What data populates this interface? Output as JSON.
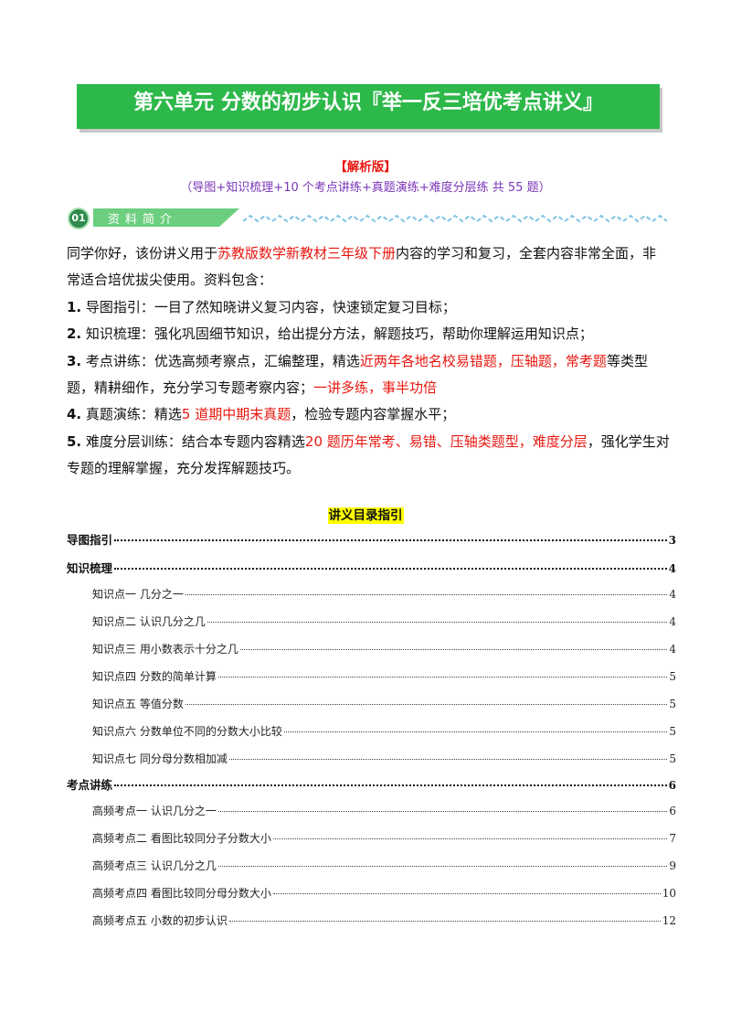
{
  "banner": {
    "title": "第六单元  分数的初步认识『举一反三培优考点讲义』"
  },
  "subtitle": {
    "edition": "【解析版】",
    "contents": "（导图+知识梳理+10 个考点讲练+真题演练+难度分层练  共 55 题）"
  },
  "section": {
    "number": "01",
    "label": "资料简介"
  },
  "intro": {
    "p1_a": "同学你好，该份讲义用于",
    "p1_red": "苏教版数学新教材三年级下册",
    "p1_b": "内容的学习和复习，全套内容非常全面，非常适合培优拔尖使用。资料包含：",
    "i1_num": "1.",
    "i1_text": " 导图指引：一目了然知晓讲义复习内容，快速锁定复习目标；",
    "i2_num": "2.",
    "i2_text": " 知识梳理：强化巩固细节知识，给出提分方法，解题技巧，帮助你理解运用知识点；",
    "i3_num": "3.",
    "i3_a": " 考点讲练：优选高频考察点，汇编整理，精选",
    "i3_red1": "近两年各地名校易错题，压轴题，常考题",
    "i3_b": "等类型题，精耕细作，充分学习专题考察内容；",
    "i3_red2": "一讲多练，事半功倍",
    "i4_num": "4.",
    "i4_a": " 真题演练：精选",
    "i4_red": "5 道期中期末真题",
    "i4_b": "，检验专题内容掌握水平；",
    "i5_num": "5.",
    "i5_a": " 难度分层训练：结合本专题内容精选",
    "i5_red": "20 题历年常考、易错、压轴类题型，难度分层",
    "i5_b": "，强化学生对专题的理解掌握，充分发挥解题技巧。"
  },
  "toc": {
    "title": "讲义目录指引",
    "entries": [
      {
        "label": "导图指引",
        "page": "3"
      },
      {
        "label": "知识梳理",
        "page": "4"
      },
      {
        "label": "知识点一  几分之一",
        "page": "4"
      },
      {
        "label": "知识点二  认识几分之几",
        "page": "4"
      },
      {
        "label": "知识点三  用小数表示十分之几",
        "page": "4"
      },
      {
        "label": "知识点四  分数的简单计算",
        "page": "5"
      },
      {
        "label": "知识点五  等值分数",
        "page": "5"
      },
      {
        "label": "知识点六  分数单位不同的分数大小比较",
        "page": "5"
      },
      {
        "label": "知识点七  同分母分数相加减",
        "page": "5"
      },
      {
        "label": "考点讲练",
        "page": "6"
      },
      {
        "label": "高频考点一  认识几分之一",
        "page": "6"
      },
      {
        "label": "高频考点二  看图比较同分子分数大小",
        "page": "7"
      },
      {
        "label": "高频考点三  认识几分之几",
        "page": "9"
      },
      {
        "label": "高频考点四  看图比较同分母分数大小",
        "page": "10"
      },
      {
        "label": "高频考点五  小数的初步认识",
        "page": "12"
      }
    ]
  },
  "colors": {
    "banner": "#2db84a",
    "accent_red": "#e8170f",
    "accent_purple": "#7a35b8",
    "highlight": "#ffff00",
    "wave": "#7fc3e3"
  }
}
